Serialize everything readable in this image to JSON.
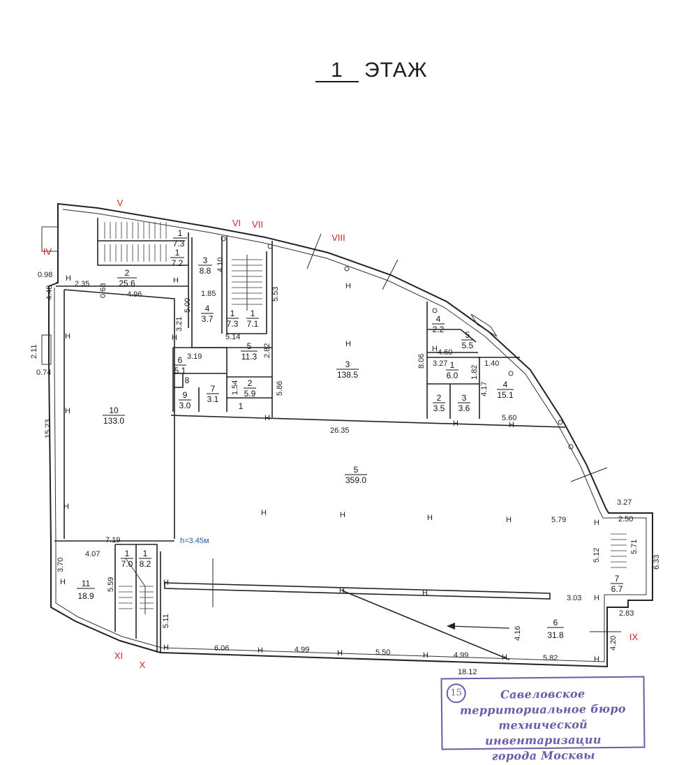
{
  "title": {
    "number": "1",
    "text": "ЭТАЖ"
  },
  "height_note": "h=3.45м",
  "stamp": {
    "number": "15",
    "lines": [
      "Савеловское",
      "территориальное бюро",
      "технической инвентаризации",
      "города Москвы"
    ]
  },
  "roman": [
    "IV",
    "V",
    "VI",
    "VII",
    "VIII",
    "IX",
    "X",
    "XI"
  ],
  "rooms": [
    {
      "n": "1",
      "a": "7.3"
    },
    {
      "n": "1",
      "a": "7.2"
    },
    {
      "n": "2",
      "a": "25.6"
    },
    {
      "n": "3",
      "a": "8.8"
    },
    {
      "n": "4",
      "a": "3.7"
    },
    {
      "n": "1",
      "a": "7.3"
    },
    {
      "n": "1",
      "a": "7.1"
    },
    {
      "n": "5",
      "a": "11.3"
    },
    {
      "n": "6",
      "a": "5.1"
    },
    {
      "n": "8",
      "a": ""
    },
    {
      "n": "7",
      "a": "3.1"
    },
    {
      "n": "9",
      "a": "3.0"
    },
    {
      "n": "2",
      "a": "5.9"
    },
    {
      "n": "1",
      "a": ""
    },
    {
      "n": "3",
      "a": "138.5"
    },
    {
      "n": "4",
      "a": "2.2"
    },
    {
      "n": "5",
      "a": "5.5"
    },
    {
      "n": "1",
      "a": "6.0"
    },
    {
      "n": "2",
      "a": "3.5"
    },
    {
      "n": "3",
      "a": "3.6"
    },
    {
      "n": "4",
      "a": "15.1"
    },
    {
      "n": "10",
      "a": "133.0"
    },
    {
      "n": "5",
      "a": "359.0"
    },
    {
      "n": "11",
      "a": "18.9"
    },
    {
      "n": "1",
      "a": "7.0"
    },
    {
      "n": "1",
      "a": "8.2"
    },
    {
      "n": "6",
      "a": "31.8"
    },
    {
      "n": "7",
      "a": "6.7"
    }
  ],
  "dims": [
    "0.98",
    "4.48",
    "2.35",
    "0.68",
    "4.96",
    "2.11",
    "0.74",
    "15.23",
    "4.10",
    "1.85",
    "5.00",
    "5.53",
    "3.21",
    "5.14",
    "3.19",
    "2.82",
    "1.54",
    "5.86",
    "8.06",
    "4.60",
    "3.27",
    "1.82",
    "1.40",
    "4.17",
    "26.35",
    "5.60",
    "7.19",
    "4.07",
    "3.70",
    "5.59",
    "5.11",
    "6.06",
    "4.99",
    "5.50",
    "4.99",
    "5.82",
    "18.12",
    "4.16",
    "4.20",
    "3.03",
    "5.12",
    "2.83",
    "5.79",
    "3.27",
    "2.50",
    "5.71",
    "6.33"
  ],
  "hmarks": [
    "Н"
  ]
}
